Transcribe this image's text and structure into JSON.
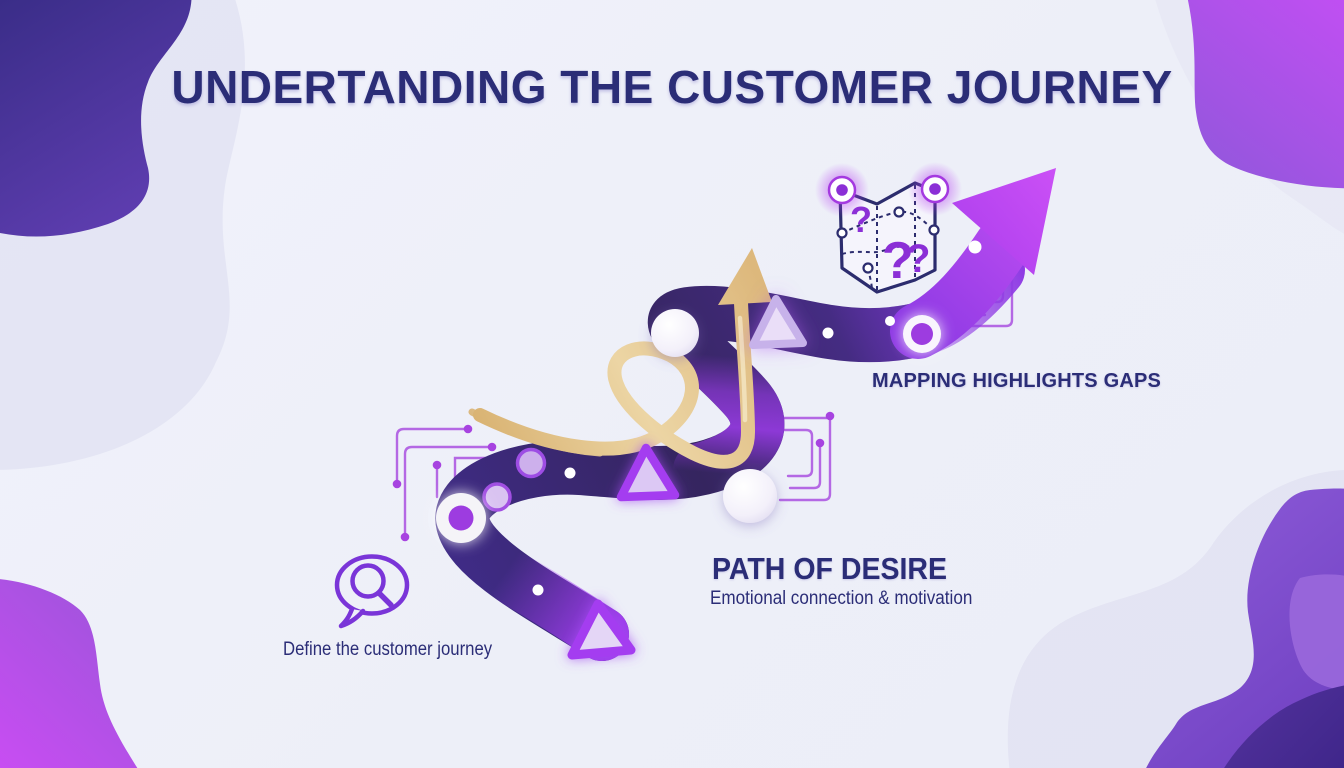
{
  "title": {
    "text": "UNDERTANDING THE CUSTOMER JOURNEY"
  },
  "annotations": {
    "mapping_label": "MAPPING HIGHLIGHTS GAPS",
    "path_of_desire_title": "PATH OF DESIRE",
    "path_of_desire_subtitle": "Emotional connection & motivation",
    "define_label": "Define the customer journey"
  },
  "map_icon": {
    "question_marks": [
      "?",
      "?",
      "?"
    ]
  },
  "icons": {
    "map": "folded-map-with-question-marks-icon",
    "search_bubble": "speech-bubble-magnifier-icon",
    "gold_swirl": "gold-s-curve-arrow-icon",
    "journey_path": "purple-winding-arrow-path"
  },
  "colors": {
    "background": "#eef0f9",
    "heading_text": "#2b2d77",
    "path_dark": "#3a2a7d",
    "path_bright": "#a33ef0",
    "arrow_magenta": "#c44ff4",
    "gold": "#e2c28c",
    "circuit_line": "#b468e4",
    "question_mark": "#8b2fd6"
  }
}
